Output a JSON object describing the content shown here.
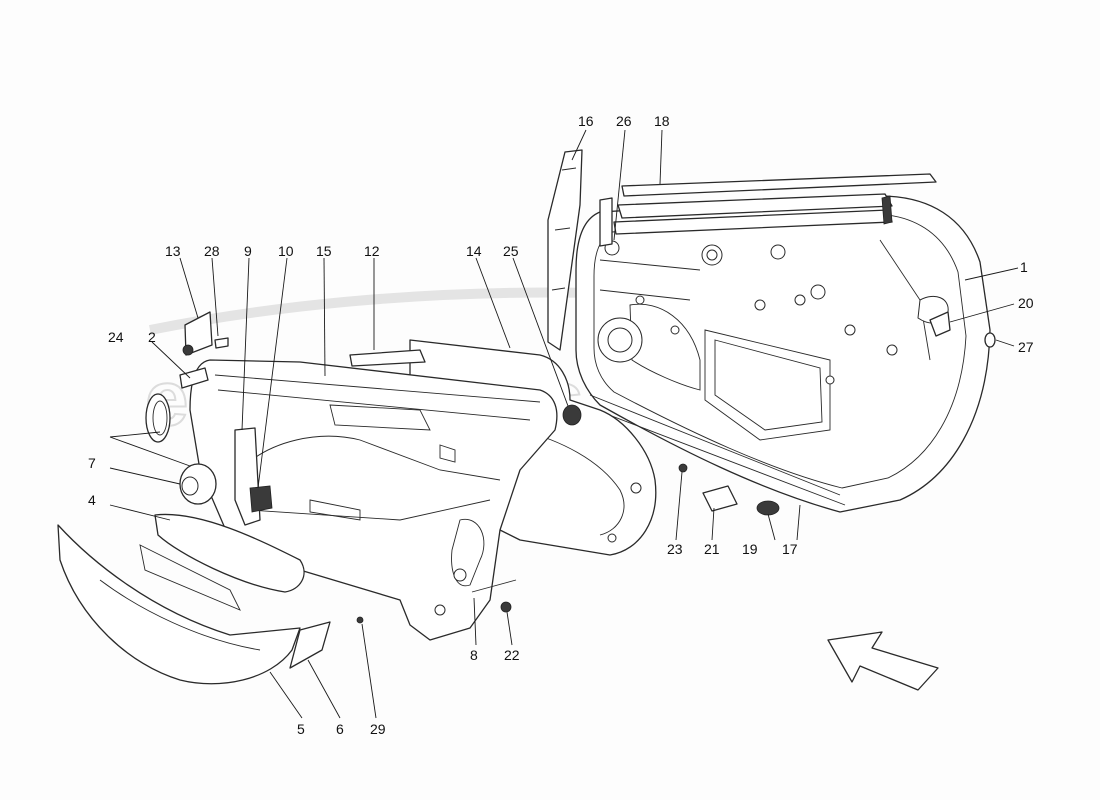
{
  "watermark": "eurospares",
  "diagram_parts": [
    {
      "id": "1"
    },
    {
      "id": "2"
    },
    {
      "id": "4"
    },
    {
      "id": "5"
    },
    {
      "id": "6"
    },
    {
      "id": "7"
    },
    {
      "id": "8"
    },
    {
      "id": "9"
    },
    {
      "id": "10"
    },
    {
      "id": "12"
    },
    {
      "id": "13"
    },
    {
      "id": "14"
    },
    {
      "id": "15"
    },
    {
      "id": "16"
    },
    {
      "id": "17"
    },
    {
      "id": "18"
    },
    {
      "id": "19"
    },
    {
      "id": "20"
    },
    {
      "id": "21"
    },
    {
      "id": "22"
    },
    {
      "id": "23"
    },
    {
      "id": "24"
    },
    {
      "id": "25"
    },
    {
      "id": "26"
    },
    {
      "id": "27"
    },
    {
      "id": "28"
    },
    {
      "id": "29"
    }
  ],
  "direction_arrow": "arrow-icon"
}
